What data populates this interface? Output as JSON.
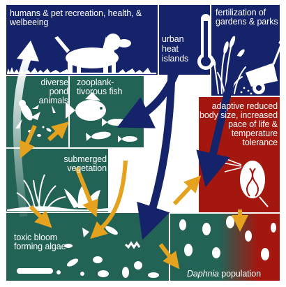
{
  "colors": {
    "navy": "#15236a",
    "teal": "#226356",
    "red": "#a3170f",
    "gold": "#e5a21e",
    "white": "#ffffff"
  },
  "labels": {
    "humans": "humans & pet recreation, health, & welbeeing",
    "urban_heat_line1": "urban",
    "urban_heat_line2": "heat",
    "urban_heat_line3": "islands",
    "fertilization": "fertilization of gardens & parks",
    "diverse_pond": "diverse pond animals",
    "zooplank": "zooplank- tivorous fish",
    "submerged": "submerged vegetation",
    "adaptive": "adaptive reduced body size, increased pace of life & temperature tolerance",
    "toxic_bloom": "toxic bloom forming algae",
    "daphnia_italic": "Daphnia",
    "daphnia_rest": " population"
  },
  "icons": [
    "dog-icon",
    "thermometer-icon",
    "grass-icon",
    "fertilizer-spreader-icon",
    "frog-icon",
    "fish-icon",
    "water-plant-icon",
    "daphnia-icon",
    "algae-icon"
  ]
}
